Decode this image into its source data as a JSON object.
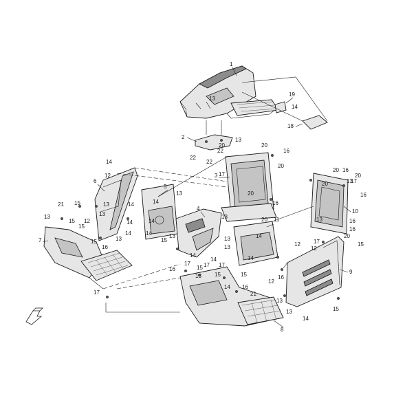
{
  "callouts": [
    {
      "id": "c1",
      "text": "1"
    },
    {
      "id": "c2",
      "text": "2"
    },
    {
      "id": "c3",
      "text": "3"
    },
    {
      "id": "c4",
      "text": "4"
    },
    {
      "id": "c5",
      "text": "5"
    },
    {
      "id": "c6",
      "text": "6"
    },
    {
      "id": "c7",
      "text": "7"
    },
    {
      "id": "c8",
      "text": "8"
    },
    {
      "id": "c9",
      "text": "9"
    },
    {
      "id": "c10",
      "text": "10"
    },
    {
      "id": "c11",
      "text": "11"
    },
    {
      "id": "c12a",
      "text": "12"
    },
    {
      "id": "c12b",
      "text": "12"
    },
    {
      "id": "c12c",
      "text": "12"
    },
    {
      "id": "c12d",
      "text": "12"
    },
    {
      "id": "c12e",
      "text": "12"
    },
    {
      "id": "c13a",
      "text": "13"
    },
    {
      "id": "c13b",
      "text": "13"
    },
    {
      "id": "c13c",
      "text": "13"
    },
    {
      "id": "c13d",
      "text": "13"
    },
    {
      "id": "c13e",
      "text": "13"
    },
    {
      "id": "c13f",
      "text": "13"
    },
    {
      "id": "c13g",
      "text": "13"
    },
    {
      "id": "c13h",
      "text": "13"
    },
    {
      "id": "c13i",
      "text": "13"
    },
    {
      "id": "c13j",
      "text": "13"
    },
    {
      "id": "c13k",
      "text": "13"
    },
    {
      "id": "c13l",
      "text": "13"
    },
    {
      "id": "c13m",
      "text": "13"
    },
    {
      "id": "c13n",
      "text": "13"
    },
    {
      "id": "c13o",
      "text": "13"
    },
    {
      "id": "c13p",
      "text": "13"
    },
    {
      "id": "c14a",
      "text": "14"
    },
    {
      "id": "c14b",
      "text": "14"
    },
    {
      "id": "c14c",
      "text": "14"
    },
    {
      "id": "c14d",
      "text": "14"
    },
    {
      "id": "c14e",
      "text": "14"
    },
    {
      "id": "c14f",
      "text": "14"
    },
    {
      "id": "c14g",
      "text": "14"
    },
    {
      "id": "c14h",
      "text": "14"
    },
    {
      "id": "c14i",
      "text": "14"
    },
    {
      "id": "c14j",
      "text": "14"
    },
    {
      "id": "c14k",
      "text": "14"
    },
    {
      "id": "c14l",
      "text": "14"
    },
    {
      "id": "c14m",
      "text": "14"
    },
    {
      "id": "c14n",
      "text": "14"
    },
    {
      "id": "c15a",
      "text": "15"
    },
    {
      "id": "c15b",
      "text": "15"
    },
    {
      "id": "c15c",
      "text": "15"
    },
    {
      "id": "c15d",
      "text": "15"
    },
    {
      "id": "c15e",
      "text": "15"
    },
    {
      "id": "c15f",
      "text": "15"
    },
    {
      "id": "c15g",
      "text": "15"
    },
    {
      "id": "c15h",
      "text": "15"
    },
    {
      "id": "c15i",
      "text": "15"
    },
    {
      "id": "c15j",
      "text": "15"
    },
    {
      "id": "c16a",
      "text": "16"
    },
    {
      "id": "c16b",
      "text": "16"
    },
    {
      "id": "c16c",
      "text": "16"
    },
    {
      "id": "c16d",
      "text": "16"
    },
    {
      "id": "c16e",
      "text": "16"
    },
    {
      "id": "c16f",
      "text": "16"
    },
    {
      "id": "c16g",
      "text": "16"
    },
    {
      "id": "c16h",
      "text": "16"
    },
    {
      "id": "c16i",
      "text": "16"
    },
    {
      "id": "c16j",
      "text": "16"
    },
    {
      "id": "c17a",
      "text": "17"
    },
    {
      "id": "c17b",
      "text": "17"
    },
    {
      "id": "c17c",
      "text": "17"
    },
    {
      "id": "c17d",
      "text": "17"
    },
    {
      "id": "c17e",
      "text": "17"
    },
    {
      "id": "c17f",
      "text": "17"
    },
    {
      "id": "c17g",
      "text": "17"
    },
    {
      "id": "c18",
      "text": "18"
    },
    {
      "id": "c19",
      "text": "19"
    },
    {
      "id": "c20a",
      "text": "20"
    },
    {
      "id": "c20b",
      "text": "20"
    },
    {
      "id": "c20c",
      "text": "20"
    },
    {
      "id": "c20d",
      "text": "20"
    },
    {
      "id": "c20e",
      "text": "20"
    },
    {
      "id": "c20f",
      "text": "20"
    },
    {
      "id": "c20g",
      "text": "20"
    },
    {
      "id": "c20h",
      "text": "20"
    },
    {
      "id": "c20i",
      "text": "20"
    },
    {
      "id": "c21a",
      "text": "21"
    },
    {
      "id": "c21b",
      "text": "21"
    },
    {
      "id": "c22a",
      "text": "22"
    },
    {
      "id": "c22b",
      "text": "22"
    },
    {
      "id": "c22c",
      "text": "22"
    }
  ],
  "icons": {
    "orientation_arrow": "front-direction-arrow-icon"
  },
  "colors": {
    "line": "#1a1a1a",
    "panel_fill": "#e6e6e6",
    "dark_fill": "#8c8c8c",
    "background": "#ffffff"
  }
}
